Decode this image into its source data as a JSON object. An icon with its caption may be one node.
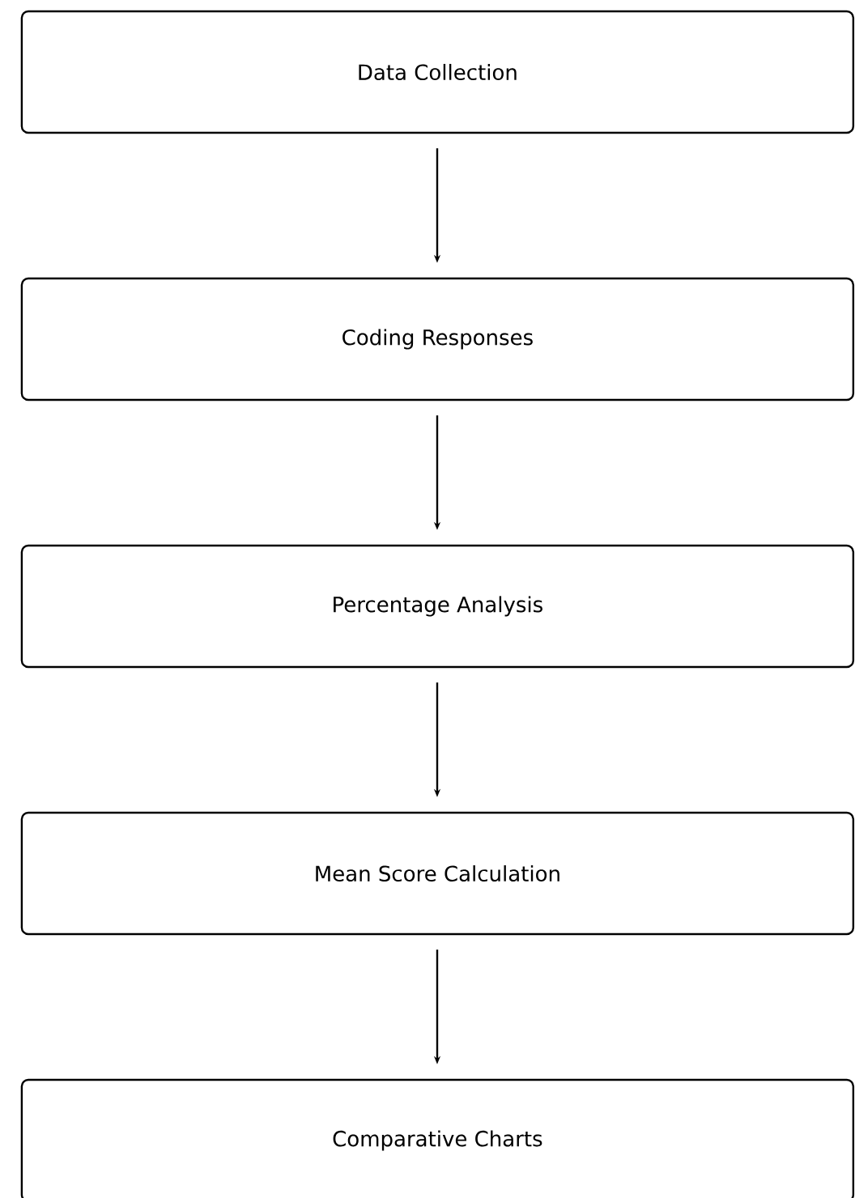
{
  "diagram": {
    "nodes": [
      {
        "text": [
          "Data Collection"
        ]
      },
      {
        "text": [
          "Coding Responses"
        ]
      },
      {
        "text": [
          "Percentage Analysis"
        ]
      },
      {
        "text": [
          "Mean Score Calculation"
        ]
      },
      {
        "text": [
          "Comparative Charts"
        ]
      }
    ],
    "edges": [
      {
        "from": 0,
        "to": 1,
        "arrow": "to"
      },
      {
        "from": 1,
        "to": 2,
        "arrow": "to"
      },
      {
        "from": 2,
        "to": 3,
        "arrow": "to"
      },
      {
        "from": 3,
        "to": 4,
        "arrow": "to"
      }
    ]
  }
}
